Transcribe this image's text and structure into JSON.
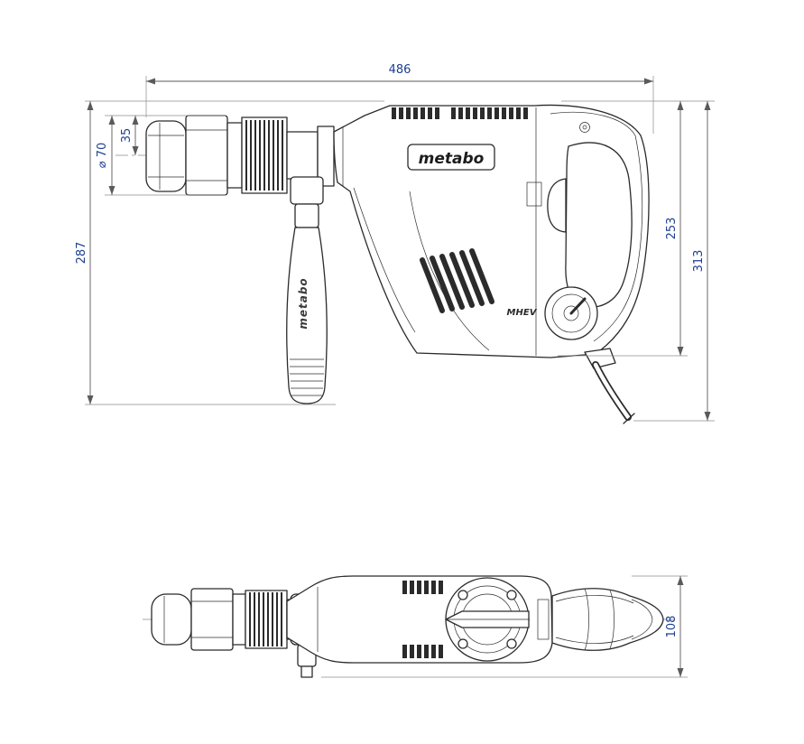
{
  "figure": {
    "brand_logo": "metabo",
    "grip_brand": "metabo",
    "model_marking": "MHEV",
    "dimensions": {
      "overall_length": "486",
      "height_left": "287",
      "chuck_diameter": "⌀ 70",
      "axis_offset": "35",
      "height_right_inner": "253",
      "height_right_outer": "313",
      "top_view_width": "108"
    },
    "colors": {
      "background": "#ffffff",
      "line_art": "#2b2b2b",
      "dimension_lines": "#5a5a5a",
      "dimension_text": "#1d3f91"
    }
  }
}
